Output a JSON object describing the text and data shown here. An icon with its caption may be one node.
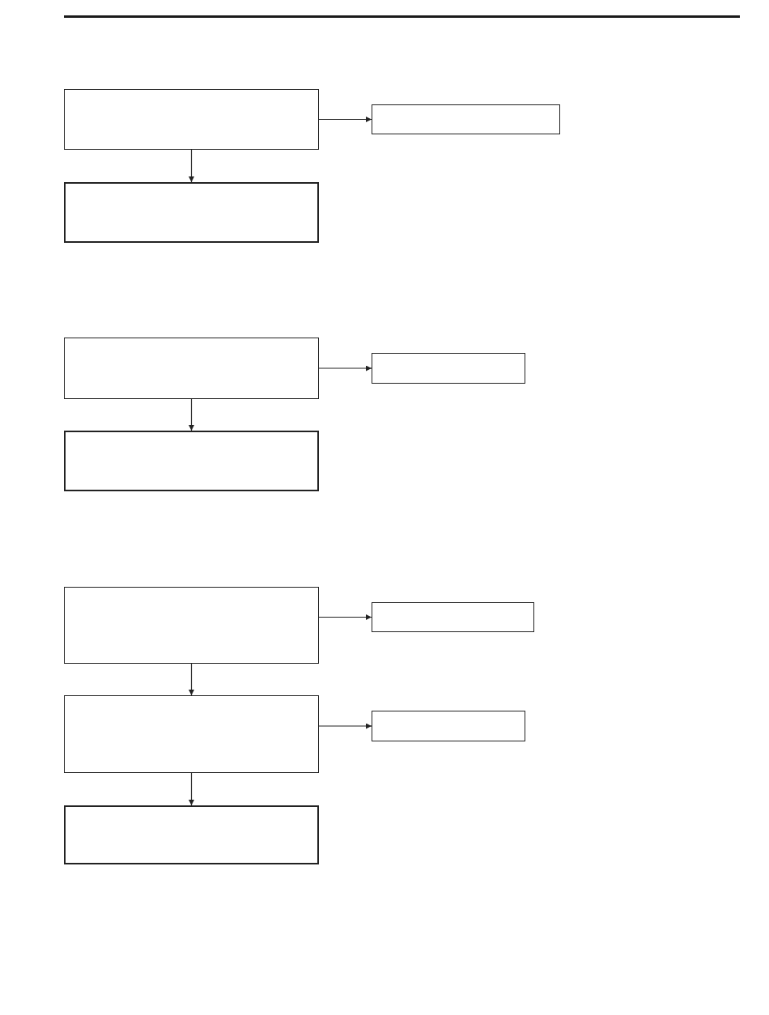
{
  "diagram": {
    "nodes": [
      {
        "text": [],
        "shape": "box"
      },
      {
        "text": [],
        "shape": "box"
      },
      {
        "text": [],
        "shape": "box"
      },
      {
        "text": [],
        "shape": "box"
      },
      {
        "text": [],
        "shape": "box"
      },
      {
        "text": [],
        "shape": "box"
      },
      {
        "text": [],
        "shape": "box"
      },
      {
        "text": [],
        "shape": "box"
      },
      {
        "text": [],
        "shape": "box"
      },
      {
        "text": [],
        "shape": "box"
      },
      {
        "text": [],
        "shape": "box"
      }
    ],
    "edges": [
      {
        "from": 0,
        "to": 1,
        "arrow": "to"
      },
      {
        "from": 0,
        "to": 2,
        "arrow": "to"
      },
      {
        "from": 3,
        "to": 4,
        "arrow": "to"
      },
      {
        "from": 3,
        "to": 5,
        "arrow": "to"
      },
      {
        "from": 6,
        "to": 7,
        "arrow": "to"
      },
      {
        "from": 6,
        "to": 8,
        "arrow": "to"
      },
      {
        "from": 8,
        "to": 9,
        "arrow": "to"
      },
      {
        "from": 8,
        "to": 10,
        "arrow": "to"
      }
    ]
  }
}
